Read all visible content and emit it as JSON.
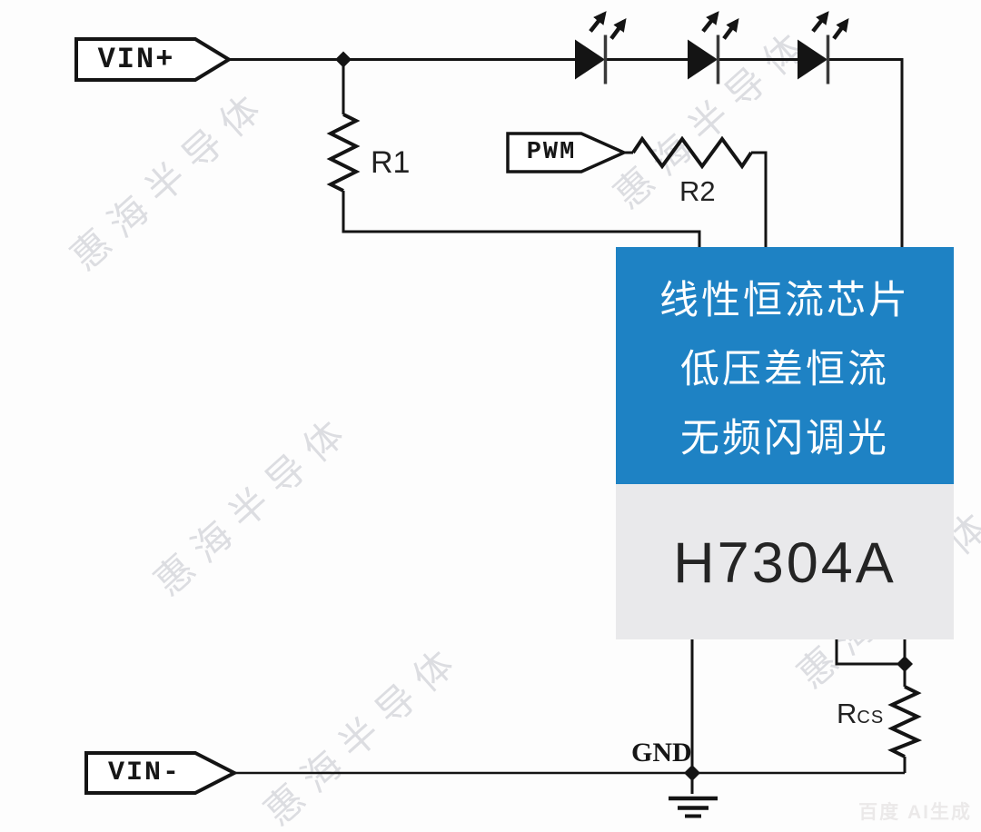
{
  "flags": {
    "vin_plus": "VIN+",
    "pwm": "PWM",
    "vin_minus": "VIN-"
  },
  "components": {
    "r1": "R1",
    "r2": "R2",
    "rcs_name": "R",
    "rcs_sub": "CS",
    "gnd": "GND",
    "led_count": 3
  },
  "chip": {
    "features": [
      "线性恒流芯片",
      "低压差恒流",
      "无频闪调光"
    ],
    "part": "H7304A",
    "header_color": "#1e82c4",
    "body_color": "#e9e9eb"
  },
  "watermark": {
    "text": "惠海半导体",
    "ai_badge": "百度 AI生成"
  },
  "colors": {
    "line": "#141414"
  }
}
